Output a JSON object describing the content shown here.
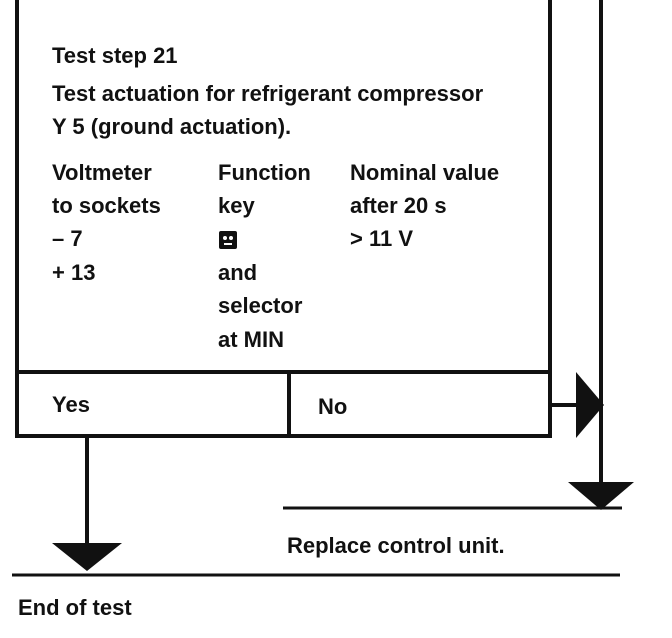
{
  "step": {
    "title": "Test step 21",
    "description_line1": "Test actuation for refrigerant compressor",
    "description_line2": "Y 5 (ground actuation).",
    "col_voltmeter": {
      "header1": "Voltmeter",
      "header2": "to sockets",
      "value1": "– 7",
      "value2": "+ 13"
    },
    "col_function": {
      "header1": "Function",
      "header2": "key",
      "key_icon": "function-key-icon",
      "line1": "and",
      "line2": "selector",
      "line3": "at MIN"
    },
    "col_nominal": {
      "header1": "Nominal value",
      "header2": "after 20 s",
      "value": "> 11 V"
    }
  },
  "branches": {
    "yes_label": "Yes",
    "no_label": "No"
  },
  "action": "Replace control unit.",
  "end_label": "End of test"
}
